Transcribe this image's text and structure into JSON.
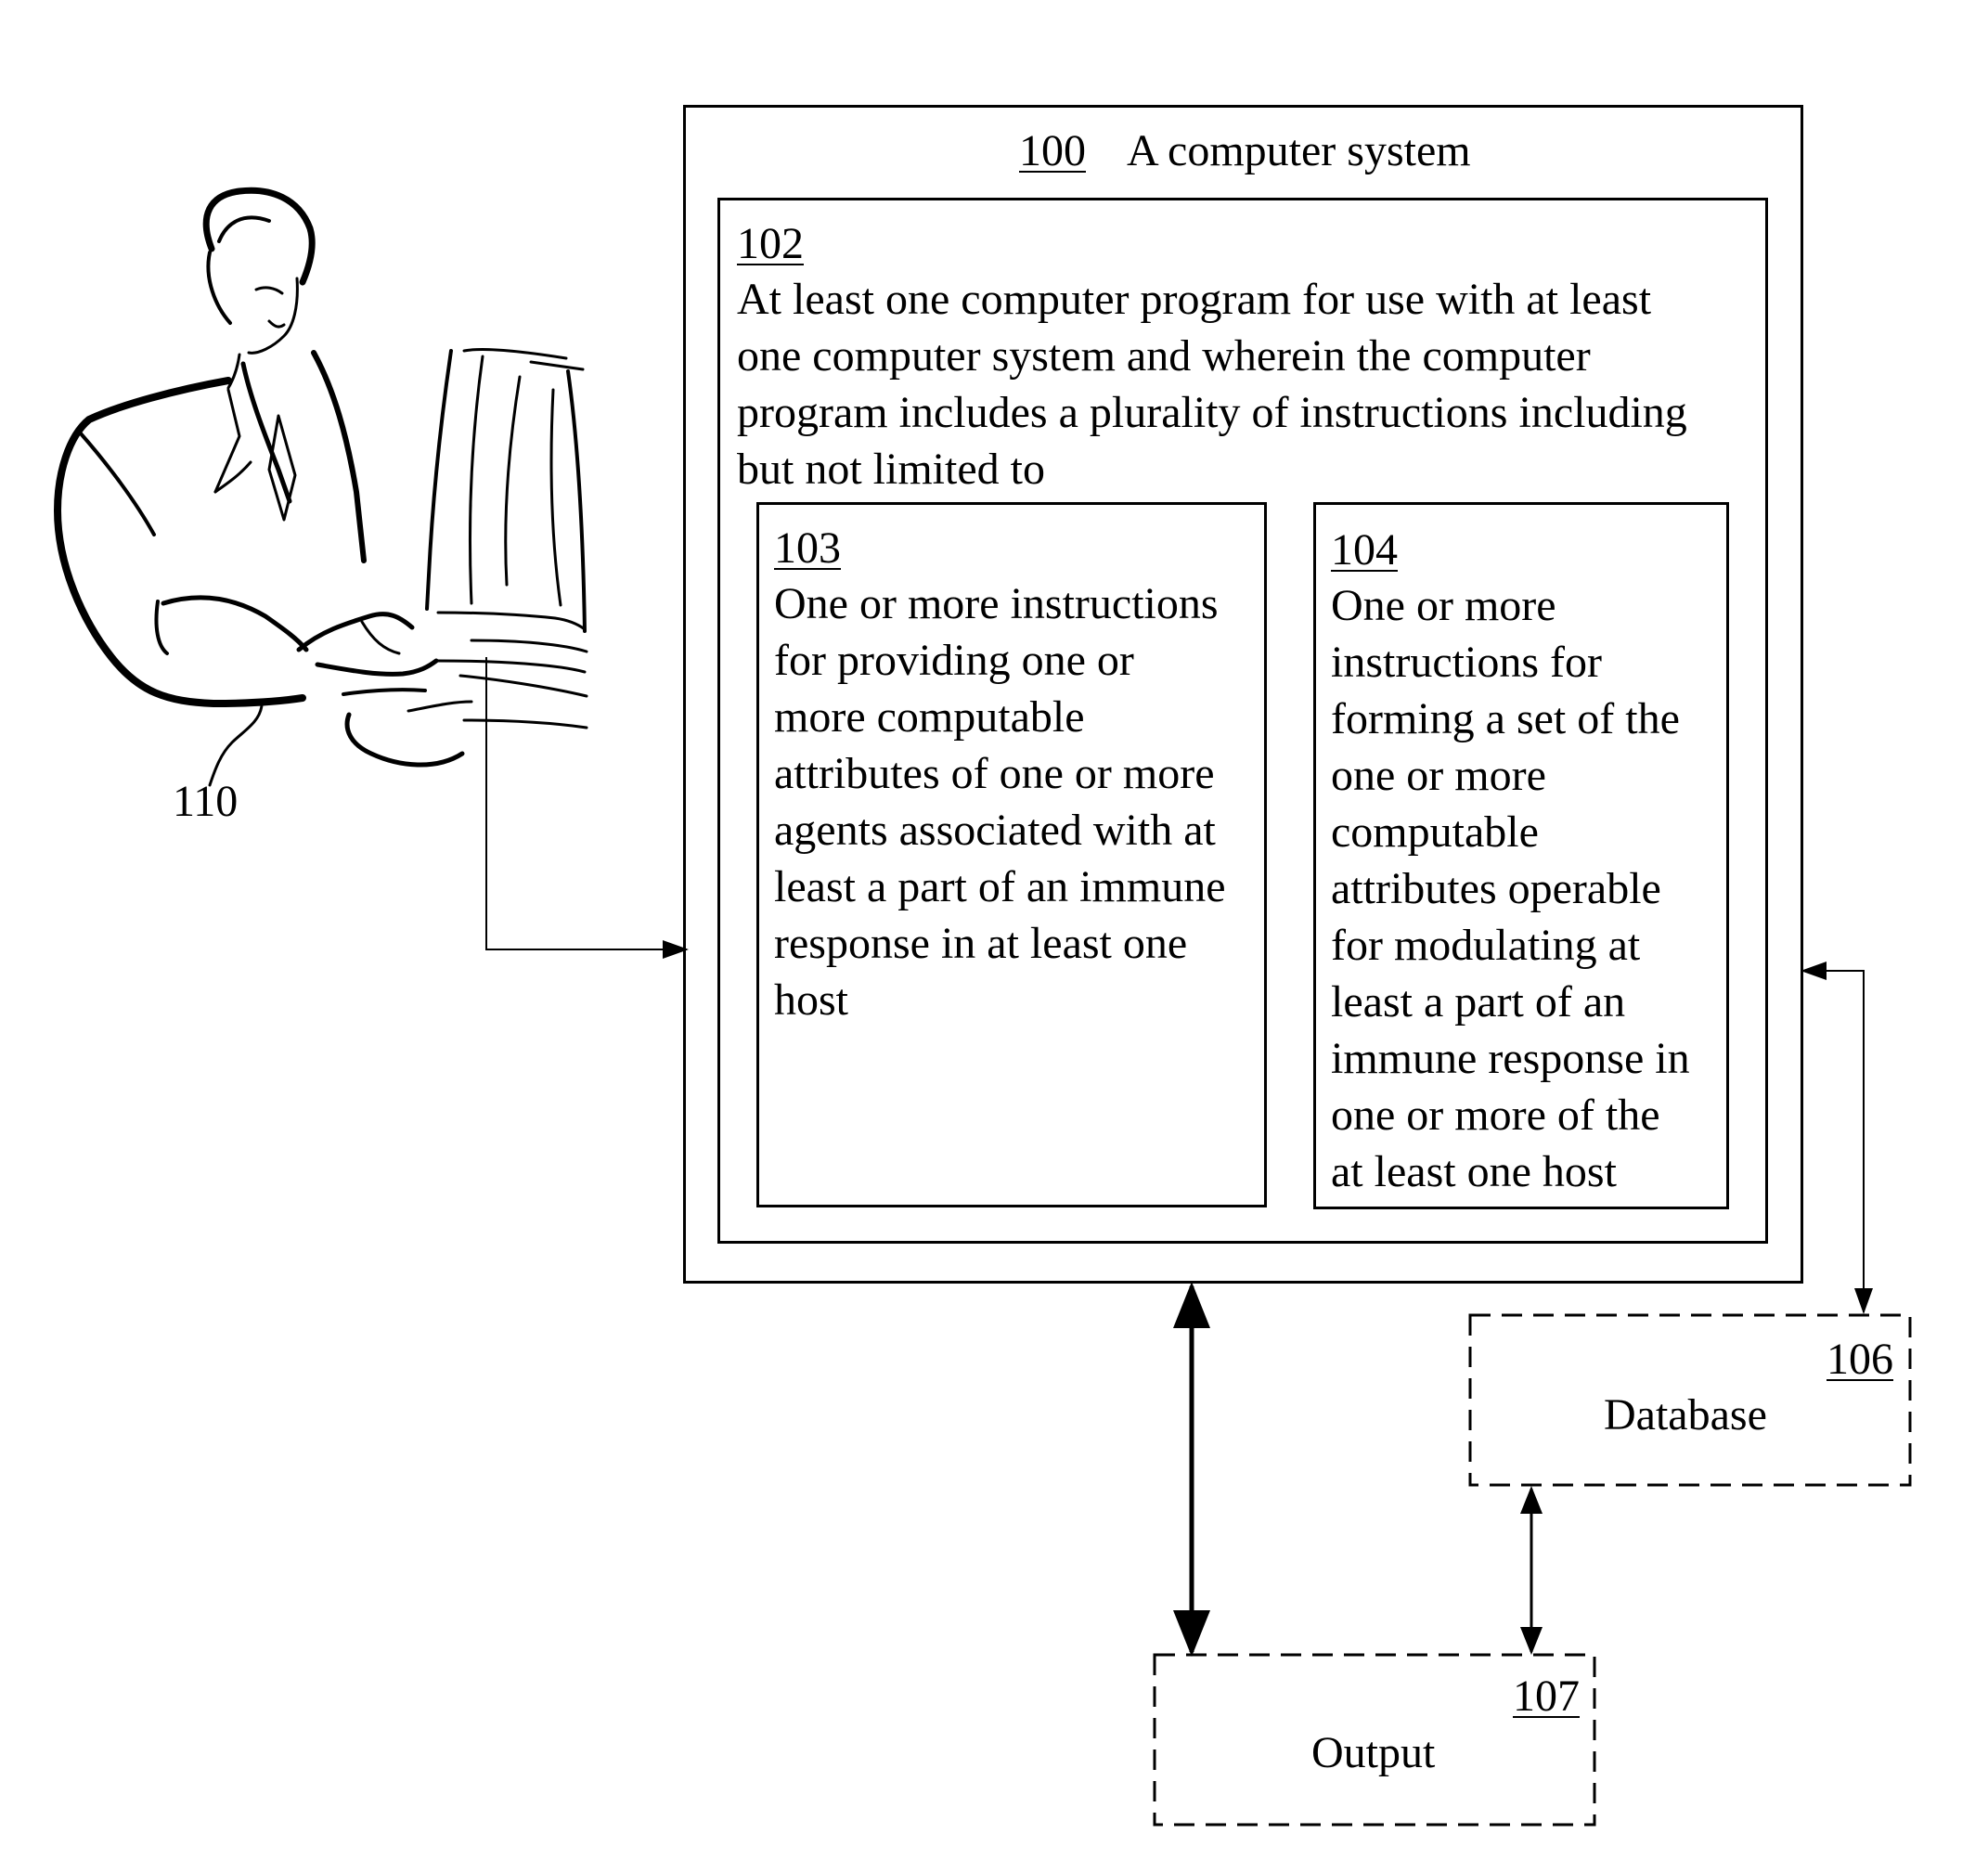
{
  "system": {
    "ref": "100",
    "label": "A computer system"
  },
  "program": {
    "ref": "102",
    "lines": [
      "At least one computer program for use with at least",
      "one computer system and wherein the computer",
      "program includes a plurality of instructions including",
      "but not limited to"
    ]
  },
  "block_103": {
    "ref": "103",
    "lines": [
      "One or more instructions",
      "for providing one or",
      "more computable",
      "attributes of one or more",
      "agents associated with at",
      "least a part of an immune",
      "response in at least one",
      "host"
    ]
  },
  "block_104": {
    "ref": "104",
    "lines": [
      "One or more",
      "instructions for",
      "forming a set of the",
      "one or more",
      "computable",
      "attributes operable",
      "for modulating at",
      "least a part of an",
      "immune response in",
      "one or more of the",
      "at least one host"
    ]
  },
  "database": {
    "ref": "106",
    "label": "Database"
  },
  "output": {
    "ref": "107",
    "label": "Output"
  },
  "user": {
    "ref": "110",
    "icon": "user-at-computer-icon"
  }
}
